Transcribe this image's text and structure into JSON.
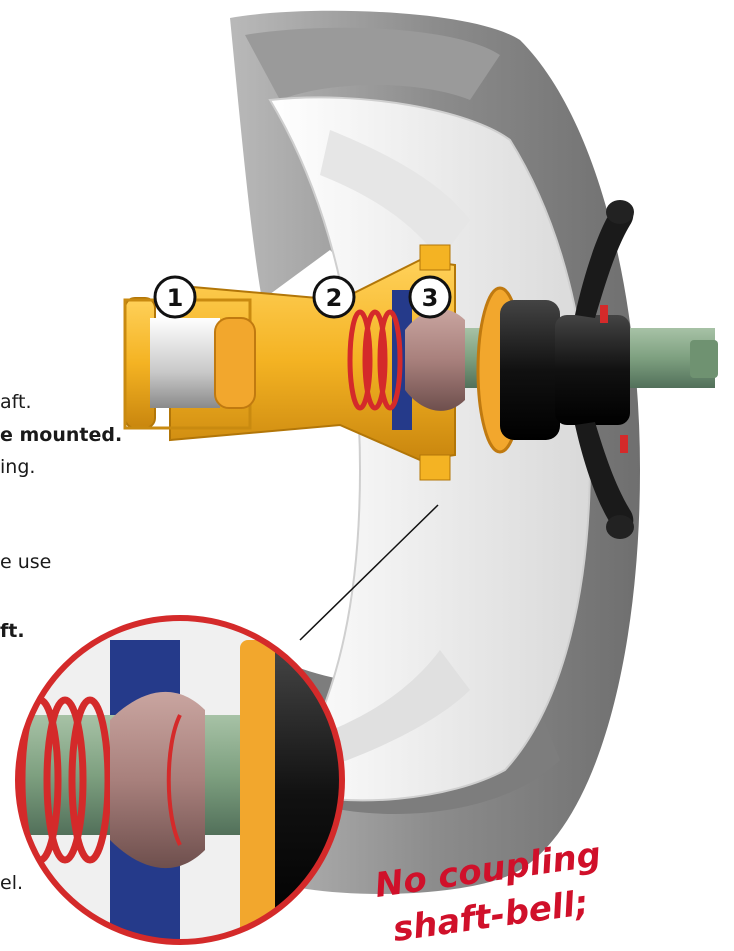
{
  "left_text": {
    "line1": "aft.",
    "line2": "e mounted.",
    "line3": "ing.",
    "line4": "e use",
    "line5": "ft.",
    "line6": "el."
  },
  "callouts": [
    "1",
    "2",
    "3"
  ],
  "note": {
    "line1": "No coupling",
    "line2": "shaft-bell;"
  },
  "colors": {
    "yellow": "#f4b323",
    "orange": "#f2a72d",
    "green_shaft": "#7ea080",
    "bell": "#a8807c",
    "spring": "#d42a2a",
    "tyre": "#8e8e8e",
    "rim": "#f2f2f2",
    "black": "#1a1a1a",
    "navy": "#253a8a",
    "red_text": "#d0102a"
  }
}
